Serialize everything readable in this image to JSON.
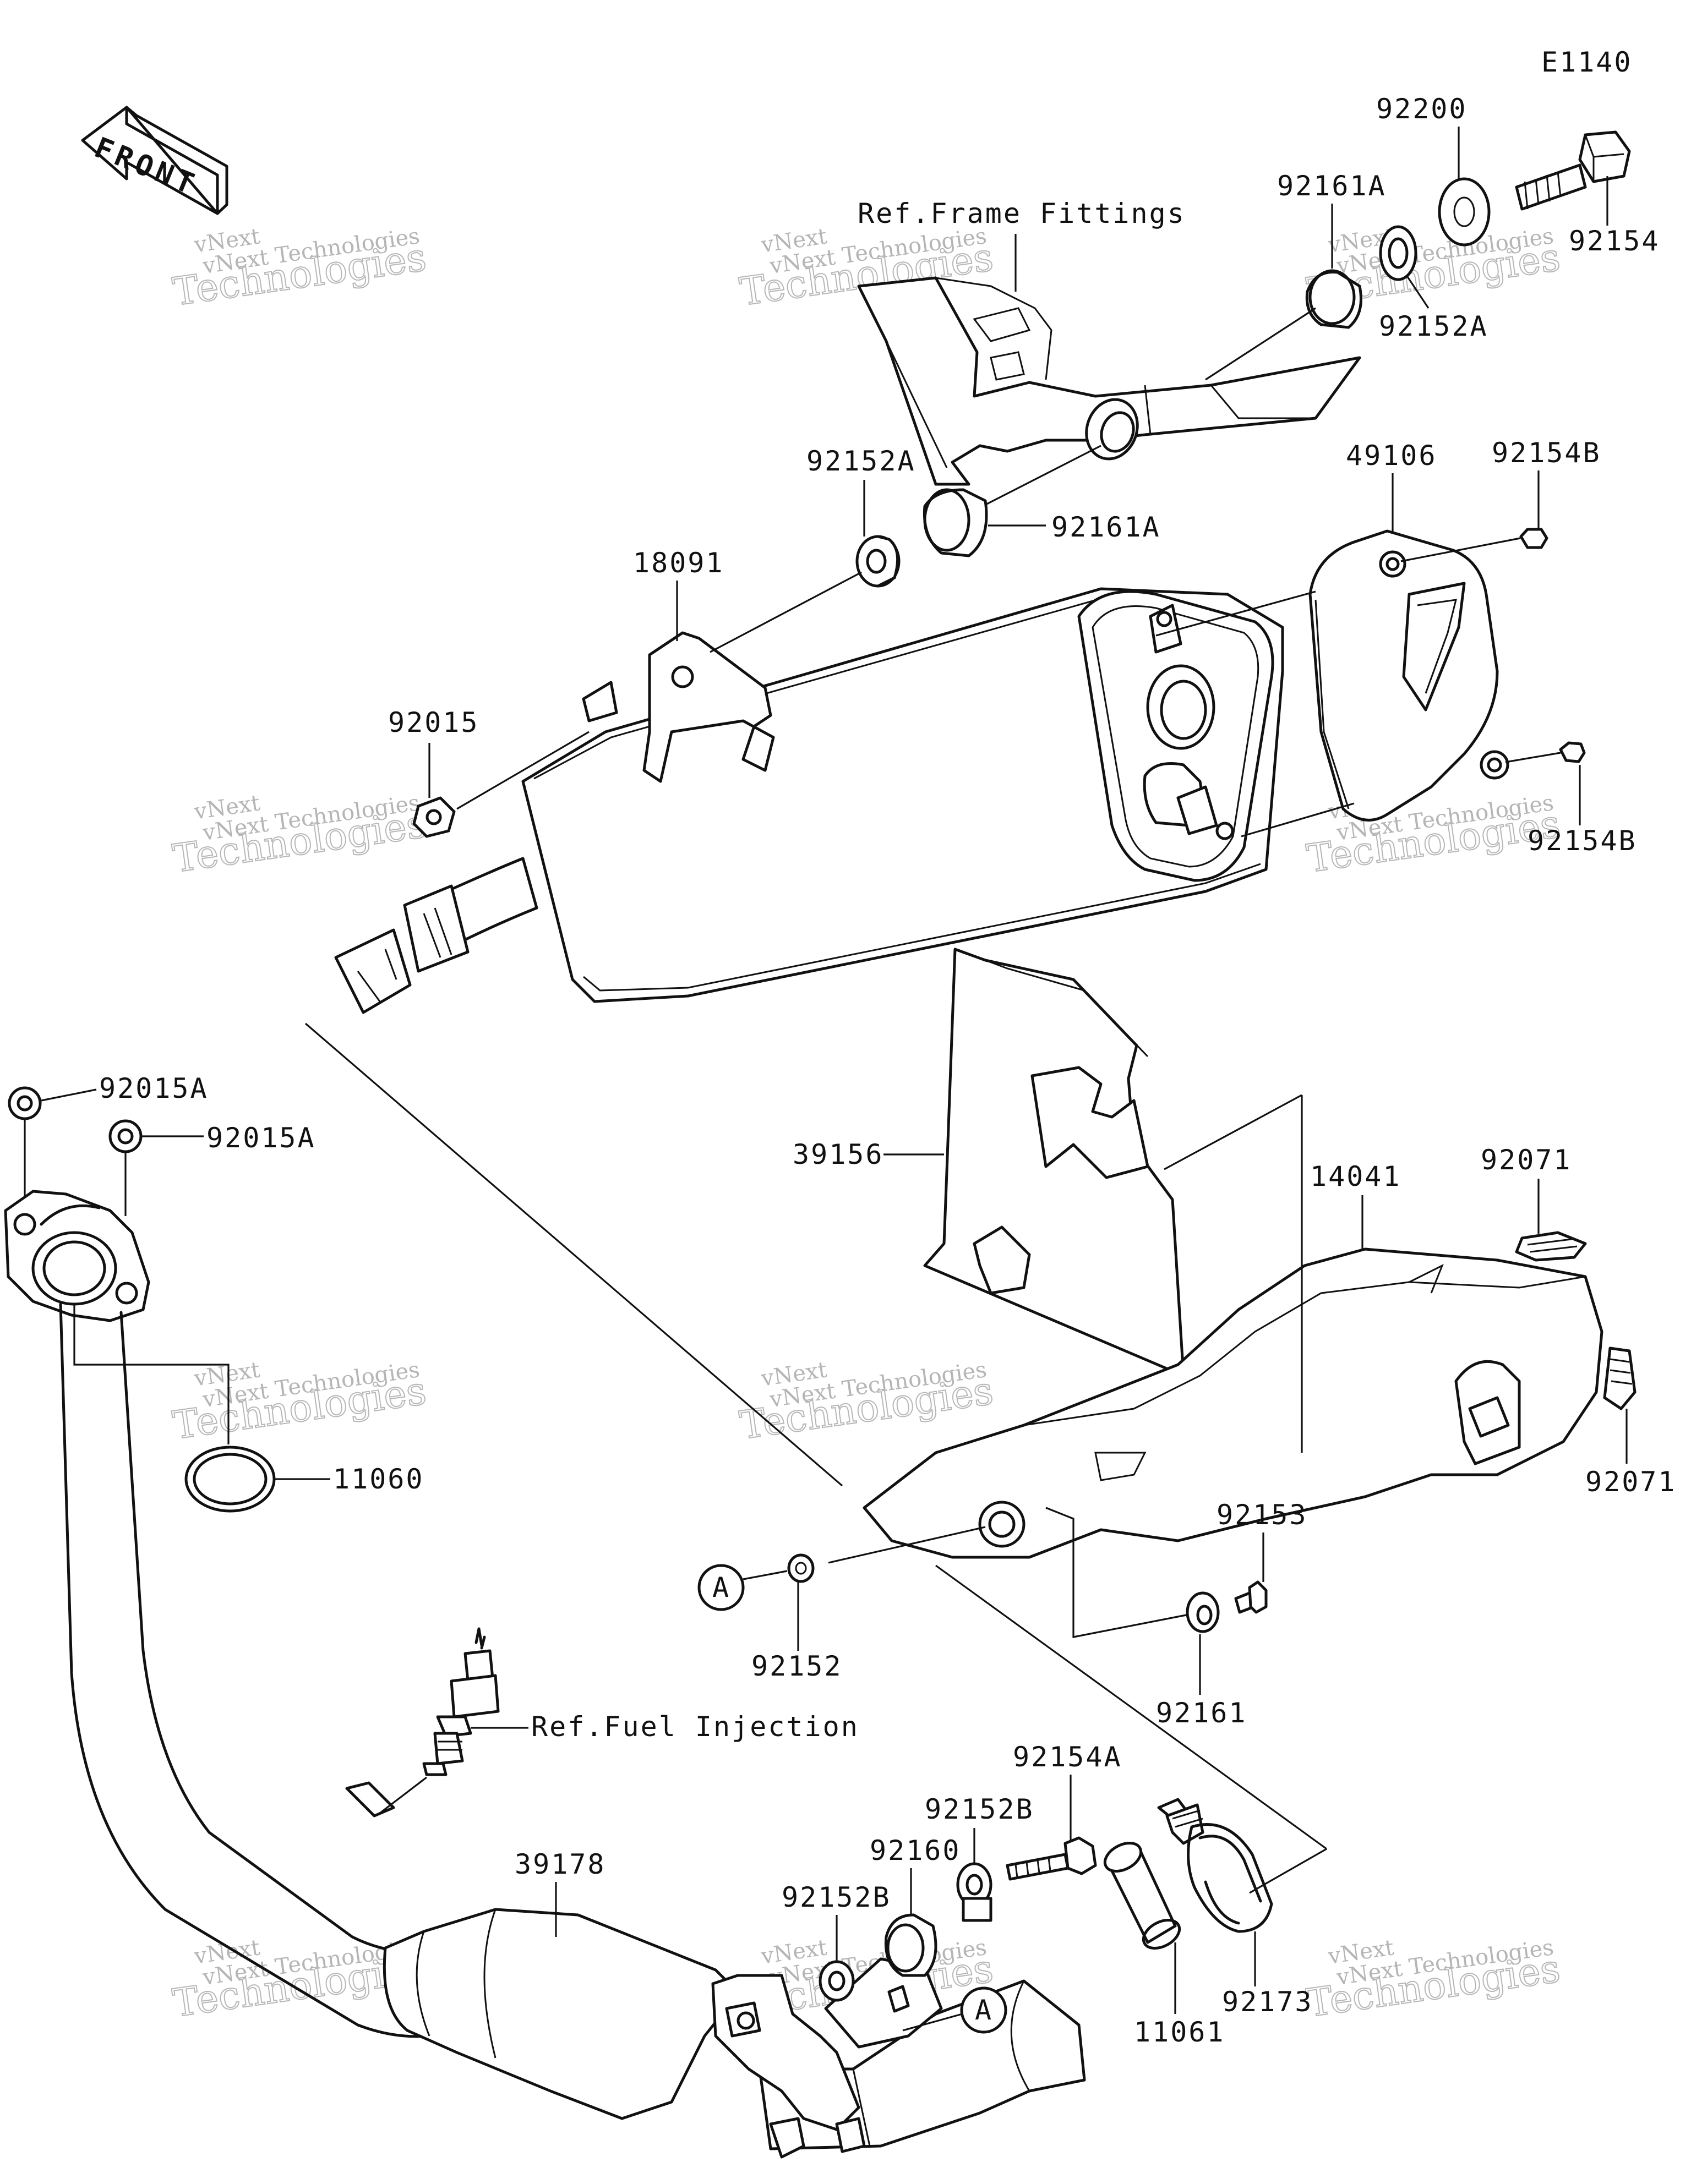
{
  "diagram_code": "E1140",
  "front_arrow_label": "FRONT",
  "refs": {
    "frame_fittings": "Ref.Frame Fittings",
    "fuel_injection": "Ref.Fuel Injection"
  },
  "callout_letter": "A",
  "watermark": {
    "brand": "vNext",
    "company": "vNext Technologies",
    "outline": "Technologies"
  },
  "parts": {
    "p92200": "92200",
    "p92154": "92154",
    "p92161A_top": "92161A",
    "p92152A_top": "92152A",
    "p92152A_mid": "92152A",
    "p92161A_mid": "92161A",
    "p49106": "49106",
    "p92154B_top": "92154B",
    "p92154B_bot": "92154B",
    "p18091": "18091",
    "p92015": "92015",
    "p92015A_1": "92015A",
    "p92015A_2": "92015A",
    "p39156": "39156",
    "p14041": "14041",
    "p92071_top": "92071",
    "p92071_right": "92071",
    "p11060": "11060",
    "p92153": "92153",
    "p92152": "92152",
    "p92161": "92161",
    "p92154A": "92154A",
    "p92152B_1": "92152B",
    "p92160": "92160",
    "p92152B_2": "92152B",
    "p39178": "39178",
    "p11061": "11061",
    "p92173": "92173"
  }
}
